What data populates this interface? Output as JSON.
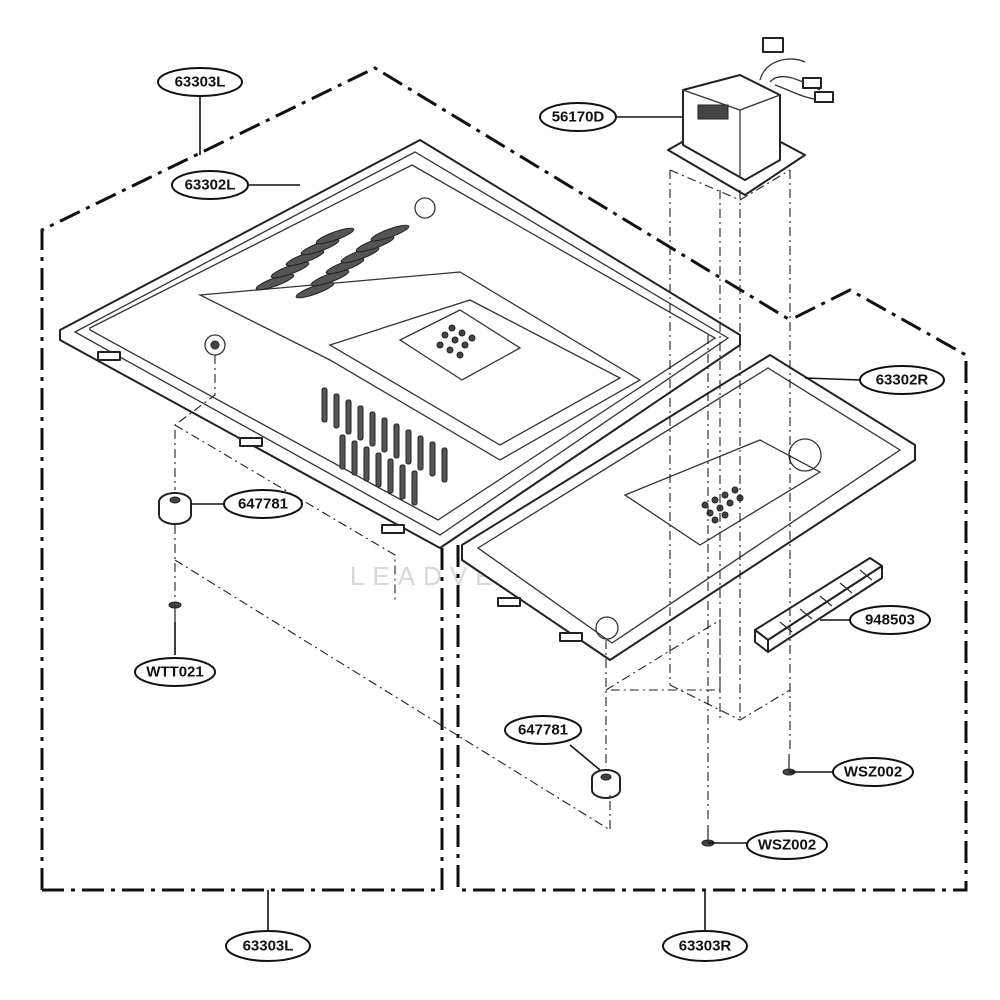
{
  "labels": {
    "assembly_left_top": "63303L",
    "panel_left": "63302L",
    "transformer": "56170D",
    "panel_right": "63302R",
    "foot_left": "647781",
    "screw_left": "WTT021",
    "filter": "948503",
    "foot_right": "647781",
    "screw_right_upper": "WSZ002",
    "screw_right_lower": "WSZ002",
    "assembly_left_bottom": "63303L",
    "assembly_right_bottom": "63303R"
  },
  "watermark": "LEADVENTURE",
  "colors": {
    "line": "#111111",
    "background": "#ffffff"
  }
}
